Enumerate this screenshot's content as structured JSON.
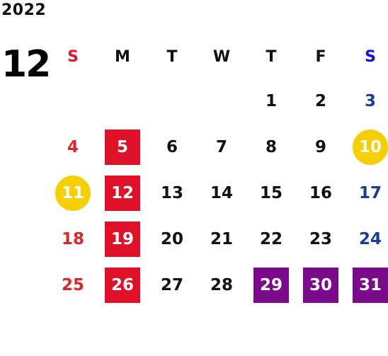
{
  "calendar": {
    "year": "2022",
    "month": "12",
    "weekdays": [
      "S",
      "M",
      "T",
      "W",
      "T",
      "F",
      "S"
    ],
    "days": [
      [
        "",
        "",
        "",
        "",
        "1",
        "2",
        "3"
      ],
      [
        "4",
        "5",
        "6",
        "7",
        "8",
        "9",
        "10"
      ],
      [
        "11",
        "12",
        "13",
        "14",
        "15",
        "16",
        "17"
      ],
      [
        "18",
        "19",
        "20",
        "21",
        "22",
        "23",
        "24"
      ],
      [
        "25",
        "26",
        "27",
        "28",
        "29",
        "30",
        "31"
      ]
    ],
    "highlights": {
      "red": [
        "5",
        "12",
        "19",
        "26"
      ],
      "yellow": [
        "10",
        "11"
      ],
      "purple": [
        "29",
        "30",
        "31"
      ]
    }
  },
  "colors": {
    "sunday_text": "#e0252a",
    "saturday_text": "#1a3c96",
    "red_highlight": "#e01028",
    "yellow_highlight": "#f5cf00",
    "purple_highlight": "#7a0a8a"
  }
}
